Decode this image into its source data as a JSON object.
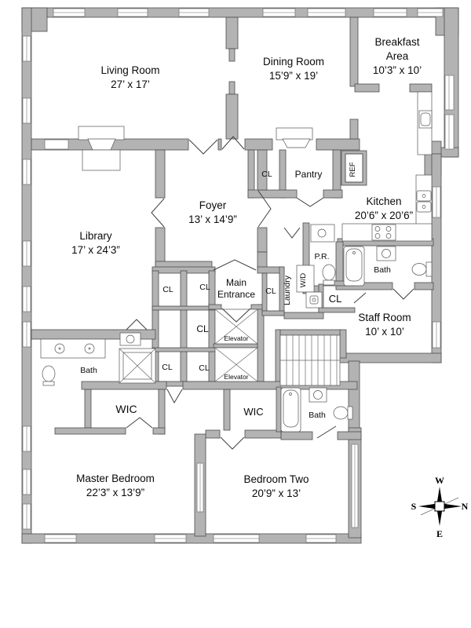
{
  "rooms": {
    "living": {
      "name": "Living Room",
      "dims": "27’ x 17’"
    },
    "dining": {
      "name": "Dining Room",
      "dims": "15’9” x 19’"
    },
    "breakfast": {
      "name1": "Breakfast",
      "name2": "Area",
      "dims": "10’3” x 10’"
    },
    "library": {
      "name": "Library",
      "dims": "17’ x 24’3”"
    },
    "foyer": {
      "name": "Foyer",
      "dims": "13’ x 14’9”"
    },
    "kitchen": {
      "name": "Kitchen",
      "dims": "20’6” x 20’6”"
    },
    "staff": {
      "name": "Staff Room",
      "dims": "10’ x 10’"
    },
    "master": {
      "name": "Master Bedroom",
      "dims": "22’3” x 13’9”"
    },
    "bedroom2": {
      "name": "Bedroom Two",
      "dims": "20’9” x 13’"
    }
  },
  "labels": {
    "pantry": "Pantry",
    "cl": "CL",
    "ref": "REF",
    "bath": "Bath",
    "pr": "P.R.",
    "wd": "W/D",
    "laundry": "Laundry",
    "elevator": "Elevator",
    "wic": "WIC",
    "main_entrance_line1": "Main",
    "main_entrance_line2": "Entrance"
  },
  "compass": {
    "up": "W",
    "left": "S",
    "right": "N",
    "down": "E"
  },
  "colors": {
    "wall": "#b3b3b3",
    "outline": "#4d4d4d",
    "background": "#ffffff",
    "text": "#000000"
  }
}
